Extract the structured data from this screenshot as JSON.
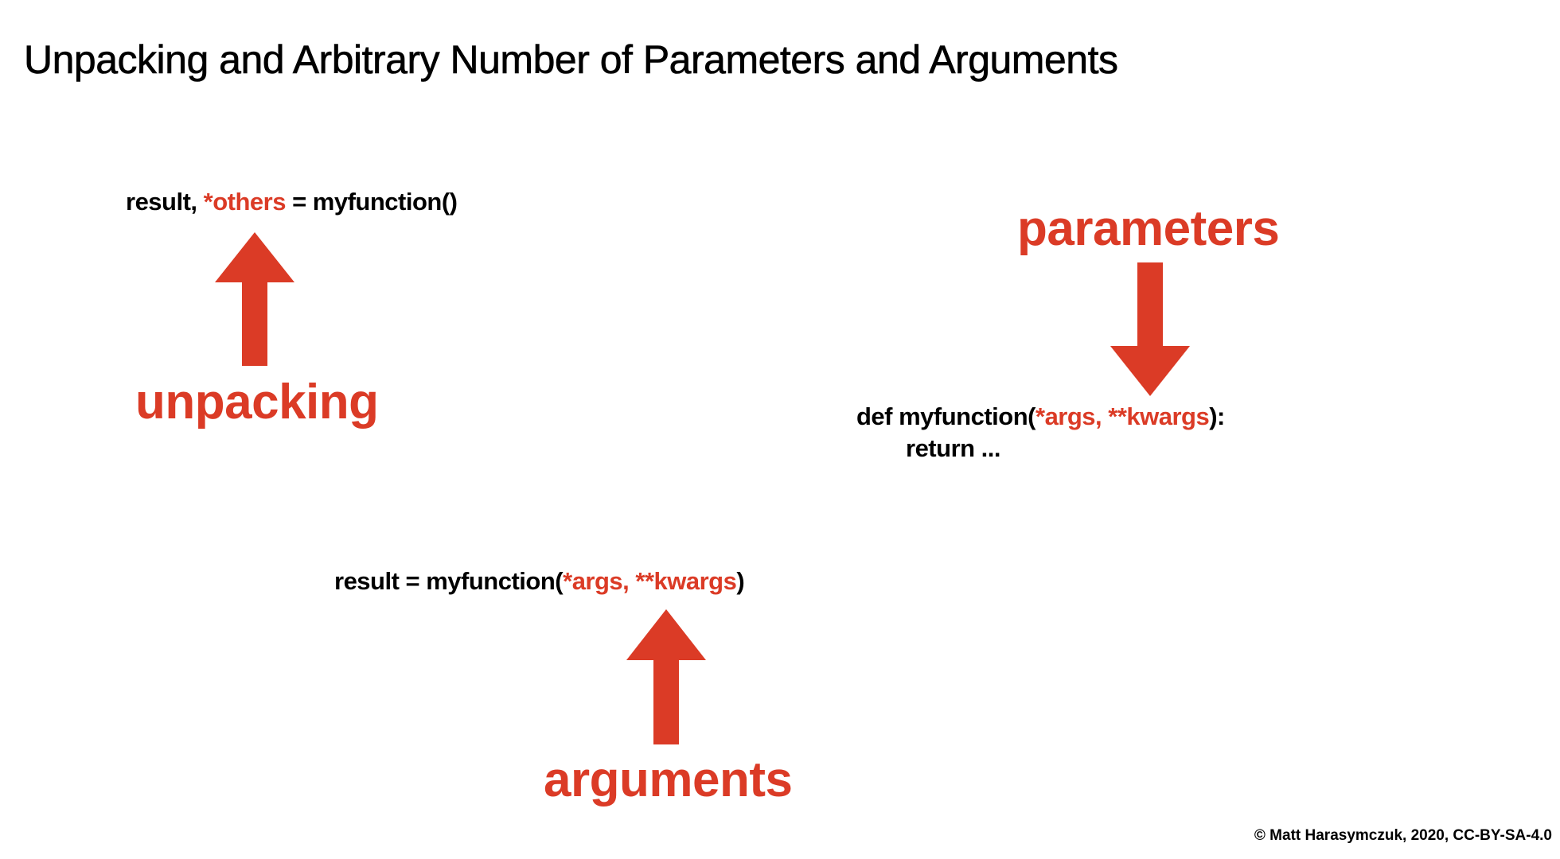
{
  "slide": {
    "title": "Unpacking and Arbitrary Number of Parameters and Arguments",
    "accent_color": "#db3b26",
    "copyright": "© Matt Harasymczuk, 2020, CC-BY-SA-4.0"
  },
  "unpacking": {
    "code": {
      "prefix": "result, ",
      "highlight": "*others",
      "suffix": " = myfunction()"
    },
    "label": "unpacking",
    "arrow_direction": "up"
  },
  "parameters": {
    "label": "parameters",
    "arrow_direction": "down",
    "code_line1": {
      "prefix": "def myfunction(",
      "highlight": "*args, **kwargs",
      "suffix": "):"
    },
    "code_line2": "return ..."
  },
  "arguments": {
    "code": {
      "prefix": "result = myfunction(",
      "highlight": "*args, **kwargs",
      "suffix": ")"
    },
    "label": "arguments",
    "arrow_direction": "up"
  }
}
